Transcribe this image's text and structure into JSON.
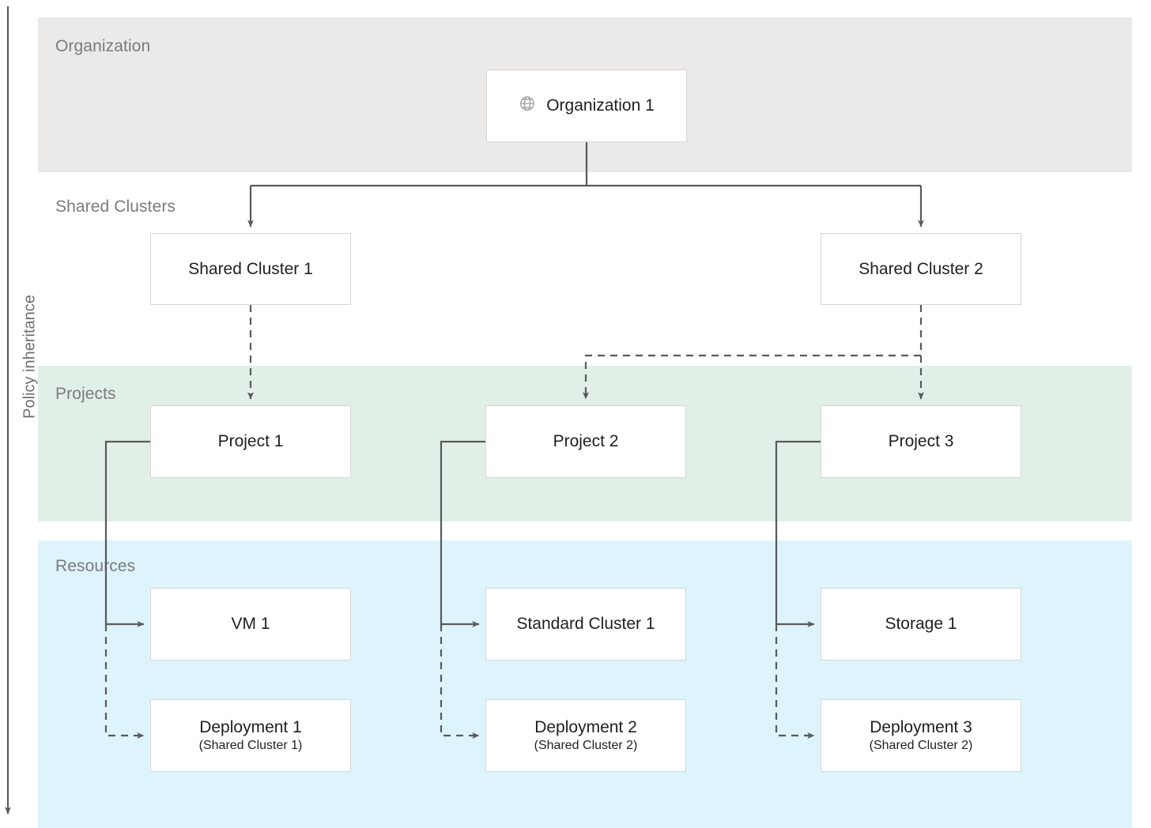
{
  "diagram": {
    "axis_label": "Policy inheritance",
    "colors": {
      "band_organization": "#ebeae8",
      "band_projects": "#e1f0e6",
      "band_resources": "#ddf4fc",
      "node_border": "#d6d6d6",
      "node_fill": "#ffffff",
      "connector": "#5a5a5a",
      "band_label_text": "#7b7b7b",
      "node_text": "#1f1f1f"
    },
    "bands": [
      {
        "key": "organization",
        "label": "Organization"
      },
      {
        "key": "shared_clusters",
        "label": "Shared Clusters"
      },
      {
        "key": "projects",
        "label": "Projects"
      },
      {
        "key": "resources",
        "label": "Resources"
      }
    ],
    "nodes": {
      "organization_1": {
        "label": "Organization 1",
        "icon": "globe-icon"
      },
      "shared_cluster_1": {
        "label": "Shared Cluster 1"
      },
      "shared_cluster_2": {
        "label": "Shared Cluster 2"
      },
      "project_1": {
        "label": "Project 1"
      },
      "project_2": {
        "label": "Project 2"
      },
      "project_3": {
        "label": "Project 3"
      },
      "vm_1": {
        "label": "VM 1"
      },
      "standard_cluster_1": {
        "label": "Standard Cluster 1"
      },
      "storage_1": {
        "label": "Storage 1"
      },
      "deployment_1": {
        "label": "Deployment 1",
        "sub": "(Shared Cluster 1)"
      },
      "deployment_2": {
        "label": "Deployment 2",
        "sub": "(Shared Cluster 2)"
      },
      "deployment_3": {
        "label": "Deployment 3",
        "sub": "(Shared Cluster 2)"
      }
    },
    "edges": [
      {
        "from": "organization_1",
        "to": "shared_cluster_1",
        "style": "solid"
      },
      {
        "from": "organization_1",
        "to": "shared_cluster_2",
        "style": "solid"
      },
      {
        "from": "shared_cluster_1",
        "to": "project_1",
        "style": "dashed"
      },
      {
        "from": "shared_cluster_2",
        "to": "project_2",
        "style": "dashed"
      },
      {
        "from": "shared_cluster_2",
        "to": "project_3",
        "style": "dashed"
      },
      {
        "from": "project_1",
        "to": "vm_1",
        "style": "solid"
      },
      {
        "from": "project_1",
        "to": "deployment_1",
        "style": "dashed"
      },
      {
        "from": "project_2",
        "to": "standard_cluster_1",
        "style": "solid"
      },
      {
        "from": "project_2",
        "to": "deployment_2",
        "style": "dashed"
      },
      {
        "from": "project_3",
        "to": "storage_1",
        "style": "solid"
      },
      {
        "from": "project_3",
        "to": "deployment_3",
        "style": "dashed"
      }
    ]
  }
}
